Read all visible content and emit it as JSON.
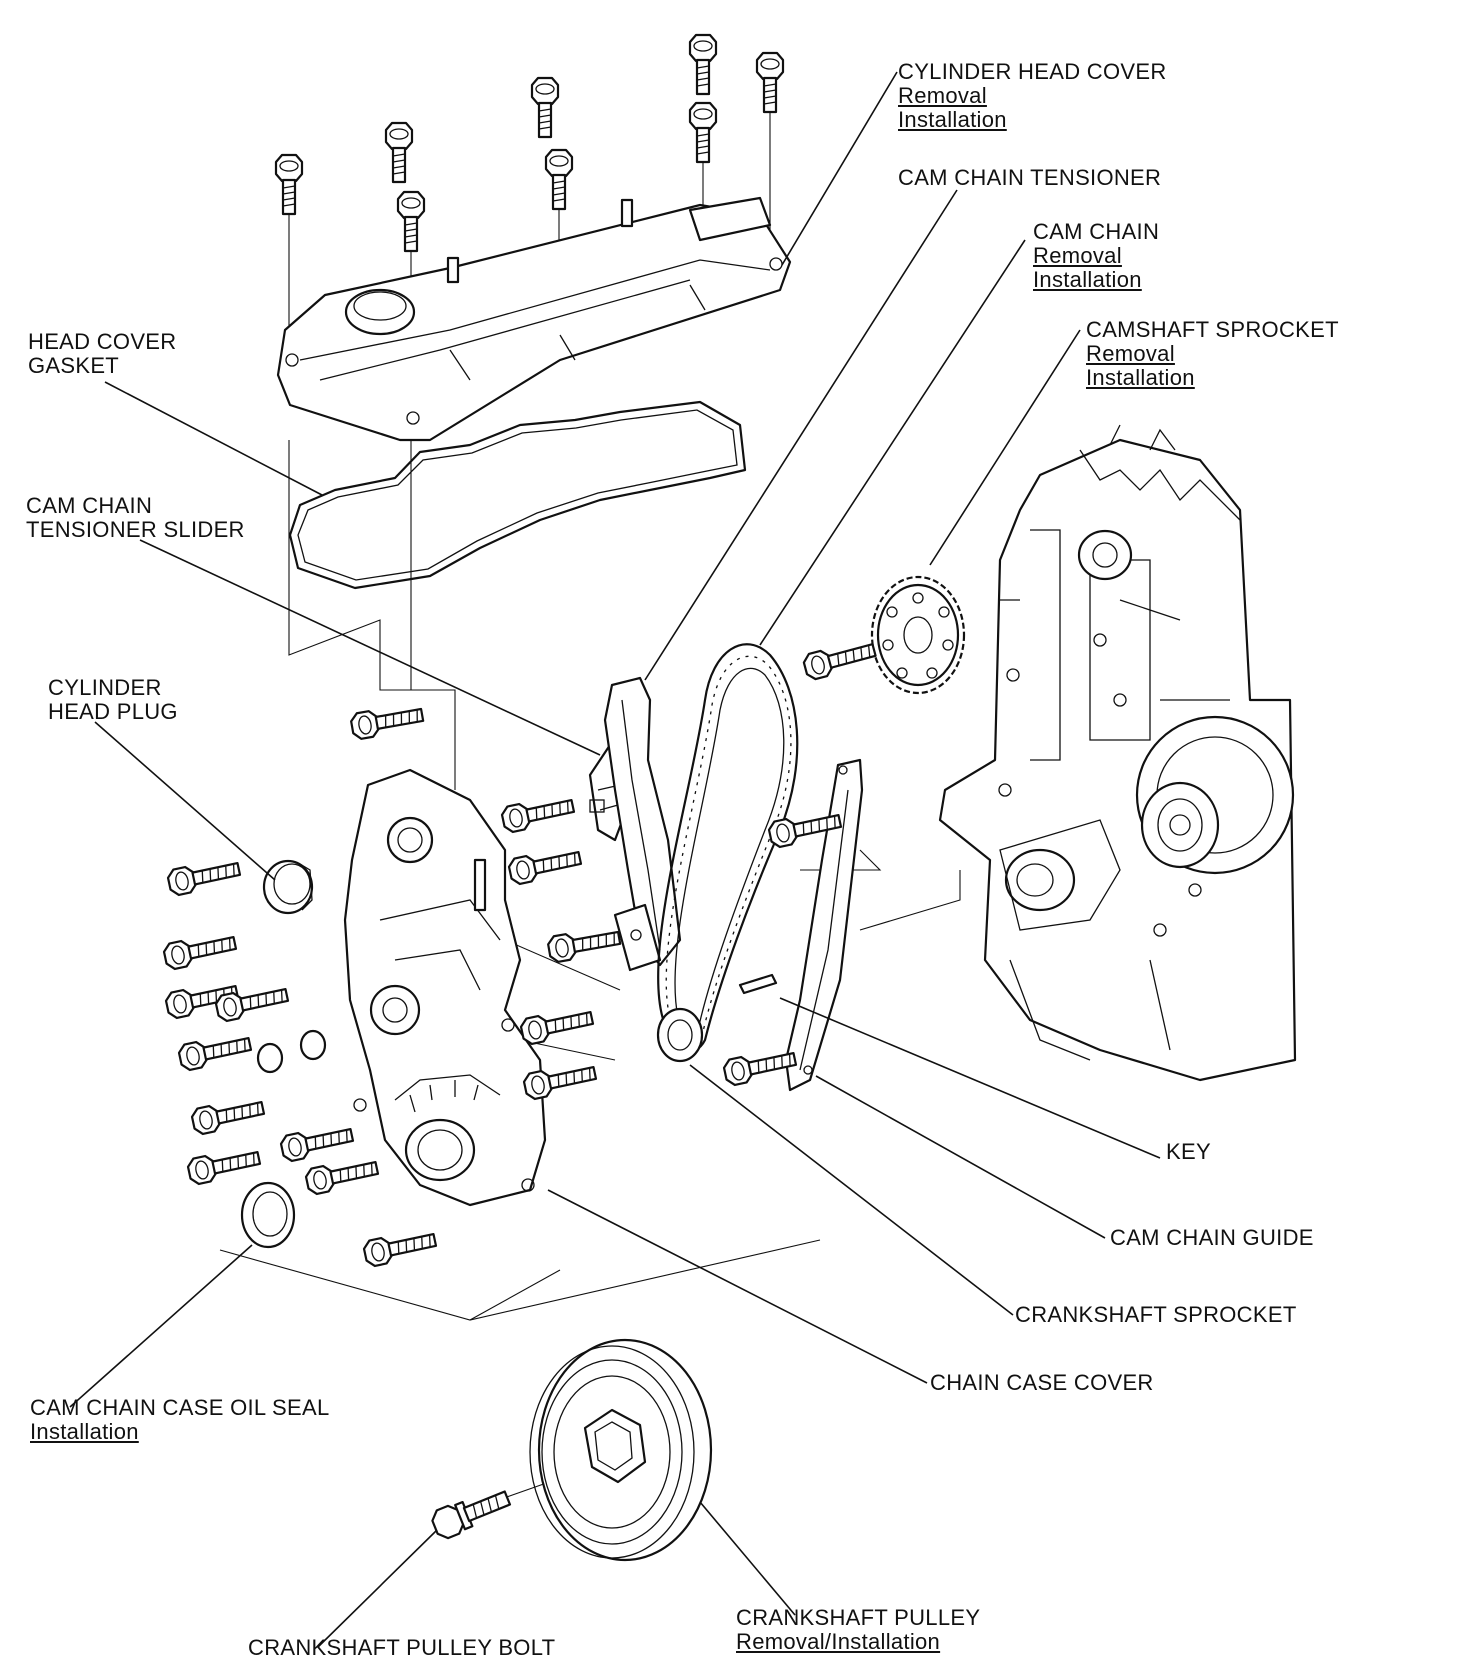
{
  "labels": {
    "cylinder_head_cover": {
      "title": "CYLINDER HEAD COVER",
      "links": [
        "Removal",
        "Installation"
      ]
    },
    "cam_chain_tensioner": {
      "title": "CAM CHAIN TENSIONER"
    },
    "cam_chain": {
      "title": "CAM CHAIN",
      "links": [
        "Removal",
        "Installation"
      ]
    },
    "camshaft_sprocket": {
      "title": "CAMSHAFT SPROCKET",
      "links": [
        "Removal",
        "Installation"
      ]
    },
    "head_cover_gasket": {
      "lines": [
        "HEAD COVER",
        "GASKET"
      ]
    },
    "cam_chain_tensioner_slider": {
      "lines": [
        "CAM CHAIN",
        "TENSIONER SLIDER"
      ]
    },
    "cylinder_head_plug": {
      "lines": [
        "CYLINDER",
        "HEAD PLUG"
      ]
    },
    "key": {
      "title": "KEY"
    },
    "cam_chain_guide": {
      "title": "CAM CHAIN GUIDE"
    },
    "crankshaft_sprocket": {
      "title": "CRANKSHAFT SPROCKET"
    },
    "chain_case_cover": {
      "title": "CHAIN CASE COVER"
    },
    "cam_chain_case_oil_seal": {
      "title": "CAM CHAIN CASE OIL SEAL",
      "links": [
        "Installation"
      ]
    },
    "crankshaft_pulley_bolt": {
      "title": "CRANKSHAFT PULLEY BOLT"
    },
    "crankshaft_pulley": {
      "title": "CRANKSHAFT PULLEY",
      "links": [
        "Removal/Installation"
      ]
    }
  }
}
